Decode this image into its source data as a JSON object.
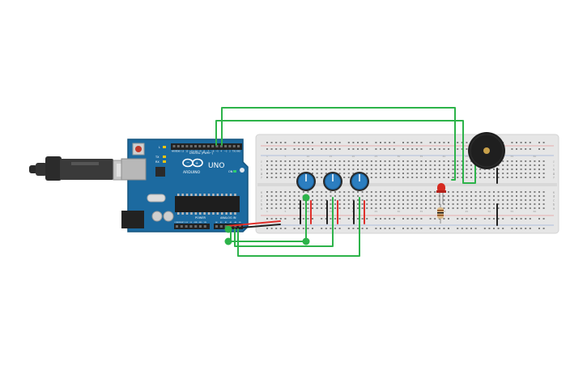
{
  "arduino": {
    "brand": "UNO",
    "logo_caption": "ARDUINO",
    "digital_header": "DIGITAL (PWM~)",
    "analog_header": "ANALOG IN",
    "power_header": "POWER",
    "tx_label": "TX",
    "rx_label": "RX",
    "l_label": "L",
    "on_label": "ON",
    "digital_pins": [
      "AREF",
      "GND",
      "13",
      "12",
      "~11",
      "~10",
      "~9",
      "8",
      "7",
      "~6",
      "~5",
      "4",
      "~3",
      "2",
      "TX1",
      "RX0"
    ],
    "power_pins": [
      "IOREF",
      "RESET",
      "3.3V",
      "5V",
      "GND",
      "GND",
      "VIN"
    ],
    "analog_pins": [
      "A0",
      "A1",
      "A2",
      "A3",
      "A4",
      "A5"
    ]
  },
  "breadboard": {
    "row_letters_top": [
      "j",
      "i",
      "h",
      "g",
      "f"
    ],
    "row_letters_bottom": [
      "e",
      "d",
      "c",
      "b",
      "a"
    ],
    "column_numbers": [
      "1",
      "5",
      "10",
      "15",
      "20",
      "25",
      "30",
      "35",
      "40",
      "45",
      "50",
      "55",
      "60"
    ]
  },
  "colors": {
    "board_blue": "#1c6aa0",
    "board_dark": "#14547f",
    "breadboard": "#e6e6e6",
    "wire_green": "#2db34a",
    "wire_red": "#e0302b",
    "wire_black": "#222222",
    "pot_blue": "#2c7ec0",
    "led_red": "#d62a20",
    "buzzer": "#1f1f1f"
  }
}
